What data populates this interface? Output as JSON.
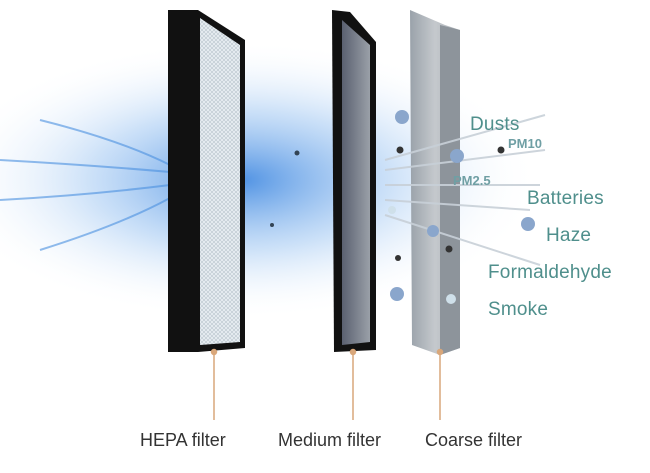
{
  "pollutants": {
    "dusts": "Dusts",
    "pm10": "PM10",
    "pm25": "PM2.5",
    "batteries": "Batteries",
    "haze": "Haze",
    "formaldehyde": "Formaldehyde",
    "smoke": "Smoke"
  },
  "filters": {
    "hepa": "HEPA filter",
    "medium": "Medium filter",
    "coarse": "Coarse filter"
  },
  "colors": {
    "label_text": "#4f8f8c",
    "leader_line": "#d9a77a",
    "airflow": "#5a9be0"
  }
}
